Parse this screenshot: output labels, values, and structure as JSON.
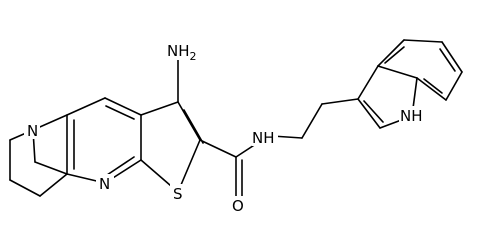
{
  "molecule": {
    "atom_labels": {
      "amine": "NH",
      "amine_sub": "2",
      "pyridine_n": "N",
      "thiophene_s": "S",
      "amide_nh": "NH",
      "amide_o": "O",
      "bridge_n": "N",
      "indole_nh": "NH"
    },
    "colors": {
      "bonds": "#000000",
      "labels": "#000000",
      "background": "#ffffff"
    }
  }
}
